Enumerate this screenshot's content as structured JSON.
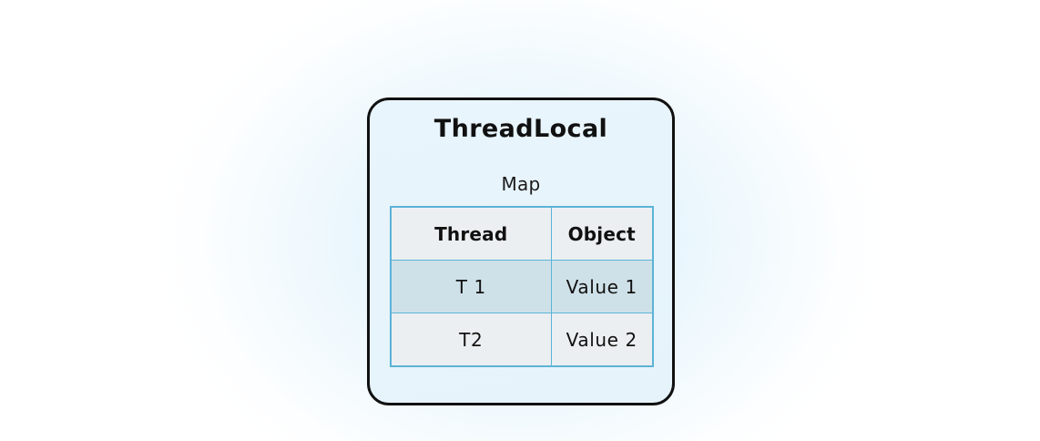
{
  "diagram": {
    "title": "ThreadLocal",
    "subtitle": "Map",
    "table": {
      "headers": [
        "Thread",
        "Object"
      ],
      "rows": [
        {
          "thread": "T 1",
          "object": "Value 1",
          "highlighted": true
        },
        {
          "thread": "T2",
          "object": "Value 2",
          "highlighted": false
        }
      ]
    },
    "colors": {
      "card_border": "#111111",
      "card_fill": "#e8f4fb",
      "table_border": "#5cb3d6",
      "header_fill": "#eceff1",
      "row_highlight_fill": "#cfe1e8",
      "row_plain_fill": "#eceff1",
      "glow": "#e1f3fc",
      "page_background": "#ffffff",
      "text": "#111111"
    }
  }
}
